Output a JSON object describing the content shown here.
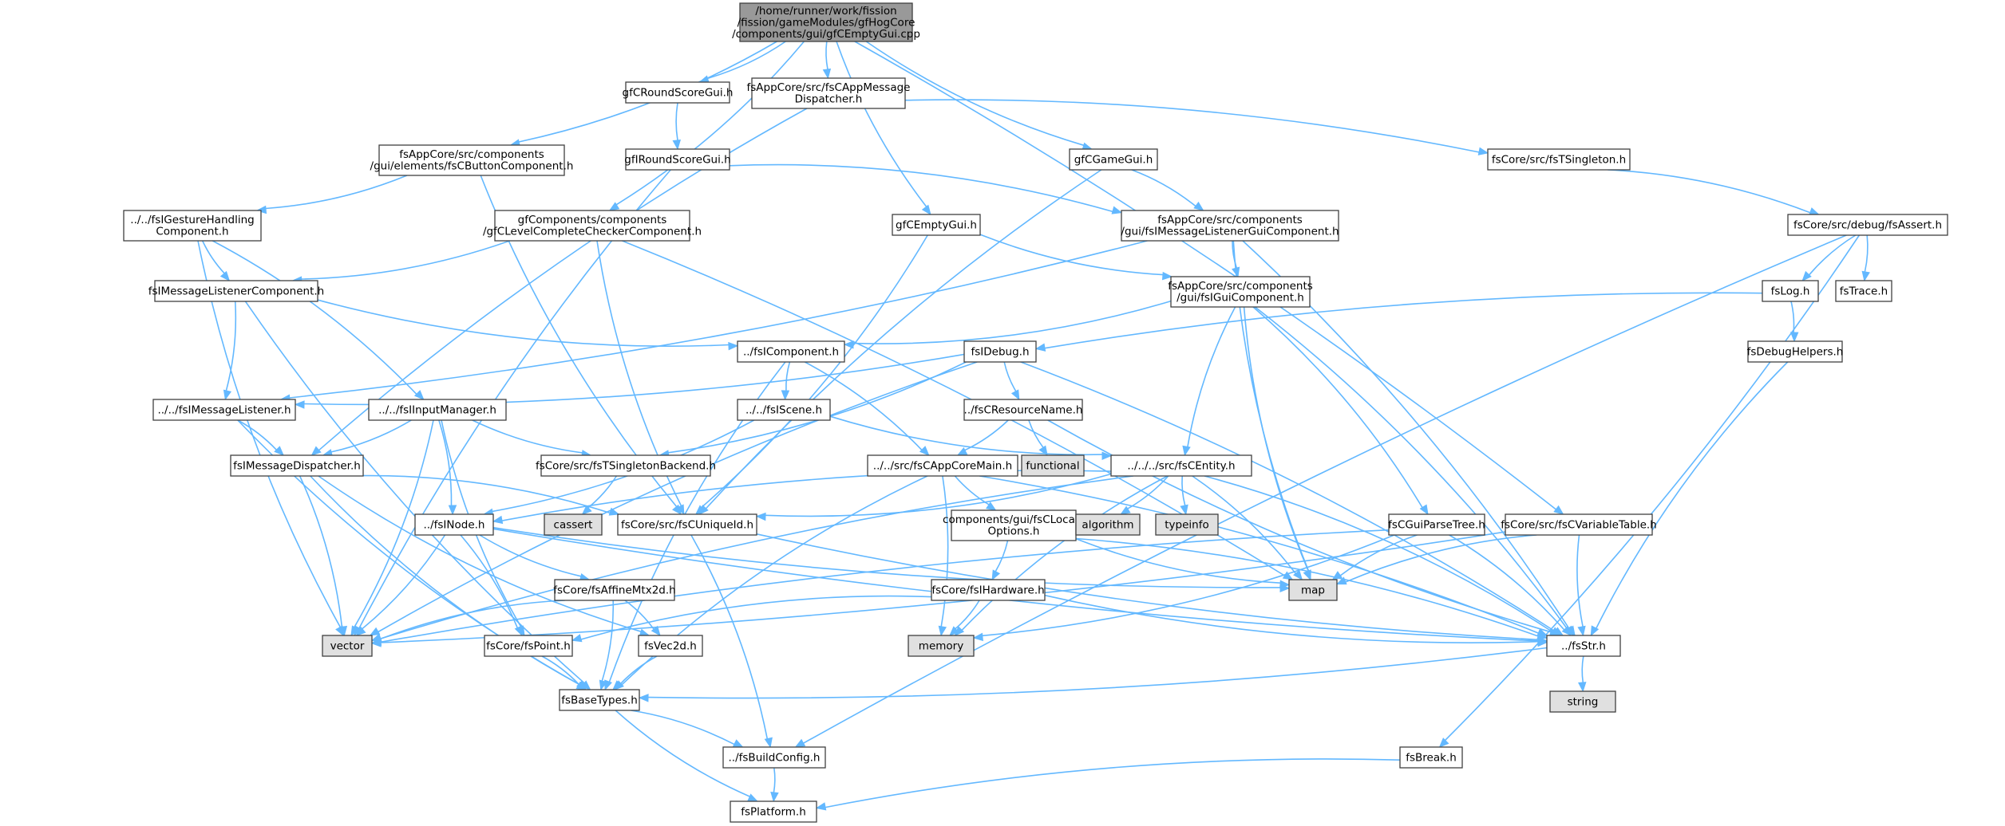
{
  "nodes": [
    {
      "id": "root",
      "lines": [
        "/home/runner/work/fission",
        "/fission/gameModules/gfHogCore",
        "/components/gui/gfCEmptyGui.cpp"
      ],
      "style": "root"
    },
    {
      "id": "roundScoreGui",
      "lines": [
        "gfCRoundScoreGui.h"
      ],
      "style": "normal"
    },
    {
      "id": "appMessageDispatcher",
      "lines": [
        "fsAppCore/src/fsCAppMessage",
        "Dispatcher.h"
      ],
      "style": "normal"
    },
    {
      "id": "buttonComponent",
      "lines": [
        "fsAppCore/src/components",
        "/gui/elements/fsCButtonComponent.h"
      ],
      "style": "normal"
    },
    {
      "id": "iRoundScoreGui",
      "lines": [
        "gfIRoundScoreGui.h"
      ],
      "style": "normal"
    },
    {
      "id": "gameGui",
      "lines": [
        "gfCGameGui.h"
      ],
      "style": "normal"
    },
    {
      "id": "tSingleton",
      "lines": [
        "fsCore/src/fsTSingleton.h"
      ],
      "style": "normal"
    },
    {
      "id": "gestureHandling",
      "lines": [
        "../../fsIGestureHandling",
        "Component.h"
      ],
      "style": "normal"
    },
    {
      "id": "levelComplete",
      "lines": [
        "gfComponents/components",
        "/gfCLevelCompleteCheckerComponent.h"
      ],
      "style": "normal"
    },
    {
      "id": "emptyGuiH",
      "lines": [
        "gfCEmptyGui.h"
      ],
      "style": "normal"
    },
    {
      "id": "msgListenerGuiComp",
      "lines": [
        "fsAppCore/src/components",
        "/gui/fsIMessageListenerGuiComponent.h"
      ],
      "style": "normal"
    },
    {
      "id": "assert",
      "lines": [
        "fsCore/src/debug/fsAssert.h"
      ],
      "style": "normal"
    },
    {
      "id": "msgListenerComp",
      "lines": [
        "fsIMessageListenerComponent.h"
      ],
      "style": "normal"
    },
    {
      "id": "guiComponent",
      "lines": [
        "fsAppCore/src/components",
        "/gui/fsIGuiComponent.h"
      ],
      "style": "normal"
    },
    {
      "id": "log",
      "lines": [
        "fsLog.h"
      ],
      "style": "normal"
    },
    {
      "id": "trace",
      "lines": [
        "fsTrace.h"
      ],
      "style": "normal"
    },
    {
      "id": "iComponent",
      "lines": [
        "../fsIComponent.h"
      ],
      "style": "normal"
    },
    {
      "id": "iDebug",
      "lines": [
        "fsIDebug.h"
      ],
      "style": "normal"
    },
    {
      "id": "debugHelpers",
      "lines": [
        "fsDebugHelpers.h"
      ],
      "style": "normal"
    },
    {
      "id": "msgListener",
      "lines": [
        "../../fsIMessageListener.h"
      ],
      "style": "normal"
    },
    {
      "id": "inputManager",
      "lines": [
        "../../fsIInputManager.h"
      ],
      "style": "normal"
    },
    {
      "id": "iScene",
      "lines": [
        "../../fsIScene.h"
      ],
      "style": "normal"
    },
    {
      "id": "resourceName",
      "lines": [
        "../fsCResourceName.h"
      ],
      "style": "normal"
    },
    {
      "id": "msgDispatcher",
      "lines": [
        "fsIMessageDispatcher.h"
      ],
      "style": "normal"
    },
    {
      "id": "singletonBackend",
      "lines": [
        "fsCore/src/fsTSingletonBackend.h"
      ],
      "style": "normal"
    },
    {
      "id": "functional",
      "lines": [
        "functional"
      ],
      "style": "system"
    },
    {
      "id": "appCoreMain",
      "lines": [
        "../../src/fsCAppCoreMain.h"
      ],
      "style": "normal"
    },
    {
      "id": "entity",
      "lines": [
        "../../../src/fsCEntity.h"
      ],
      "style": "normal"
    },
    {
      "id": "cassert",
      "lines": [
        "cassert"
      ],
      "style": "system"
    },
    {
      "id": "iNode",
      "lines": [
        "../fsINode.h"
      ],
      "style": "normal"
    },
    {
      "id": "uniqueId",
      "lines": [
        "fsCore/src/fsCUniqueId.h"
      ],
      "style": "normal"
    },
    {
      "id": "localeOptions",
      "lines": [
        "components/gui/fsCLocale",
        "Options.h"
      ],
      "style": "normal"
    },
    {
      "id": "algorithm",
      "lines": [
        "algorithm"
      ],
      "style": "system"
    },
    {
      "id": "typeinfo",
      "lines": [
        "typeinfo"
      ],
      "style": "system"
    },
    {
      "id": "guiParseTree",
      "lines": [
        "fsCGuiParseTree.h"
      ],
      "style": "normal"
    },
    {
      "id": "variableTable",
      "lines": [
        "fsCore/src/fsCVariableTable.h"
      ],
      "style": "normal"
    },
    {
      "id": "affineMtx",
      "lines": [
        "fsCore/fsAffineMtx2d.h"
      ],
      "style": "normal"
    },
    {
      "id": "iHardware",
      "lines": [
        "fsCore/fsIHardware.h"
      ],
      "style": "normal"
    },
    {
      "id": "map",
      "lines": [
        "map"
      ],
      "style": "system"
    },
    {
      "id": "vector",
      "lines": [
        "vector"
      ],
      "style": "system"
    },
    {
      "id": "point",
      "lines": [
        "fsCore/fsPoint.h"
      ],
      "style": "normal"
    },
    {
      "id": "vec2d",
      "lines": [
        "fsVec2d.h"
      ],
      "style": "normal"
    },
    {
      "id": "memory",
      "lines": [
        "memory"
      ],
      "style": "system"
    },
    {
      "id": "str",
      "lines": [
        "../fsStr.h"
      ],
      "style": "normal"
    },
    {
      "id": "baseTypes",
      "lines": [
        "fsBaseTypes.h"
      ],
      "style": "normal"
    },
    {
      "id": "string",
      "lines": [
        "string"
      ],
      "style": "system"
    },
    {
      "id": "buildConfig",
      "lines": [
        "../fsBuildConfig.h"
      ],
      "style": "normal"
    },
    {
      "id": "break",
      "lines": [
        "fsBreak.h"
      ],
      "style": "normal"
    },
    {
      "id": "platform",
      "lines": [
        "fsPlatform.h"
      ],
      "style": "normal"
    }
  ],
  "edges": [
    [
      "root",
      "roundScoreGui"
    ],
    [
      "root",
      "appMessageDispatcher"
    ],
    [
      "root",
      "buttonComponent"
    ],
    [
      "root",
      "gameGui"
    ],
    [
      "root",
      "levelComplete"
    ],
    [
      "root",
      "emptyGuiH"
    ],
    [
      "root",
      "variableTable"
    ],
    [
      "roundScoreGui",
      "iRoundScoreGui"
    ],
    [
      "appMessageDispatcher",
      "tSingleton"
    ],
    [
      "appMessageDispatcher",
      "msgDispatcher"
    ],
    [
      "buttonComponent",
      "gestureHandling"
    ],
    [
      "buttonComponent",
      "uniqueId"
    ],
    [
      "iRoundScoreGui",
      "msgListenerGuiComp"
    ],
    [
      "iRoundScoreGui",
      "vector"
    ],
    [
      "gameGui",
      "msgListenerGuiComp"
    ],
    [
      "gameGui",
      "uniqueId"
    ],
    [
      "tSingleton",
      "assert"
    ],
    [
      "gestureHandling",
      "msgListenerComp"
    ],
    [
      "gestureHandling",
      "inputManager"
    ],
    [
      "gestureHandling",
      "vector"
    ],
    [
      "levelComplete",
      "msgListenerComp"
    ],
    [
      "levelComplete",
      "uniqueId"
    ],
    [
      "levelComplete",
      "map"
    ],
    [
      "emptyGuiH",
      "guiComponent"
    ],
    [
      "emptyGuiH",
      "uniqueId"
    ],
    [
      "msgListenerGuiComp",
      "guiComponent"
    ],
    [
      "msgListenerGuiComp",
      "msgListener"
    ],
    [
      "msgListenerGuiComp",
      "map"
    ],
    [
      "msgListenerGuiComp",
      "str"
    ],
    [
      "assert",
      "log"
    ],
    [
      "assert",
      "trace"
    ],
    [
      "assert",
      "buildConfig"
    ],
    [
      "assert",
      "break"
    ],
    [
      "msgListenerComp",
      "iComponent"
    ],
    [
      "msgListenerComp",
      "msgListener"
    ],
    [
      "msgListenerComp",
      "baseTypes"
    ],
    [
      "guiComponent",
      "iComponent"
    ],
    [
      "guiComponent",
      "entity"
    ],
    [
      "guiComponent",
      "guiParseTree"
    ],
    [
      "guiComponent",
      "map"
    ],
    [
      "guiComponent",
      "str"
    ],
    [
      "log",
      "iDebug"
    ],
    [
      "log",
      "debugHelpers"
    ],
    [
      "iComponent",
      "iScene"
    ],
    [
      "iComponent",
      "appCoreMain"
    ],
    [
      "iComponent",
      "baseTypes"
    ],
    [
      "iDebug",
      "msgListener"
    ],
    [
      "iDebug",
      "resourceName"
    ],
    [
      "iDebug",
      "singletonBackend"
    ],
    [
      "iDebug",
      "vector"
    ],
    [
      "iDebug",
      "str"
    ],
    [
      "debugHelpers",
      "str"
    ],
    [
      "msgListener",
      "msgDispatcher"
    ],
    [
      "msgListener",
      "baseTypes"
    ],
    [
      "inputManager",
      "msgDispatcher"
    ],
    [
      "inputManager",
      "singletonBackend"
    ],
    [
      "inputManager",
      "iNode"
    ],
    [
      "inputManager",
      "point"
    ],
    [
      "inputManager",
      "vector"
    ],
    [
      "iScene",
      "entity"
    ],
    [
      "iScene",
      "iNode"
    ],
    [
      "resourceName",
      "functional"
    ],
    [
      "resourceName",
      "appCoreMain"
    ],
    [
      "resourceName",
      "str"
    ],
    [
      "msgDispatcher",
      "uniqueId"
    ],
    [
      "msgDispatcher",
      "vec2d"
    ],
    [
      "msgDispatcher",
      "vector"
    ],
    [
      "msgDispatcher",
      "baseTypes"
    ],
    [
      "singletonBackend",
      "cassert"
    ],
    [
      "appCoreMain",
      "localeOptions"
    ],
    [
      "appCoreMain",
      "memory"
    ],
    [
      "appCoreMain",
      "baseTypes"
    ],
    [
      "appCoreMain",
      "str"
    ],
    [
      "entity",
      "iNode"
    ],
    [
      "entity",
      "algorithm"
    ],
    [
      "entity",
      "typeinfo"
    ],
    [
      "entity",
      "map"
    ],
    [
      "entity",
      "memory"
    ],
    [
      "entity",
      "uniqueId"
    ],
    [
      "entity",
      "vector"
    ],
    [
      "entity",
      "str"
    ],
    [
      "iNode",
      "affineMtx"
    ],
    [
      "iNode",
      "point"
    ],
    [
      "iNode",
      "map"
    ],
    [
      "iNode",
      "vector"
    ],
    [
      "iNode",
      "str"
    ],
    [
      "uniqueId",
      "buildConfig"
    ],
    [
      "uniqueId",
      "str"
    ],
    [
      "localeOptions",
      "iHardware"
    ],
    [
      "localeOptions",
      "map"
    ],
    [
      "localeOptions",
      "str"
    ],
    [
      "guiParseTree",
      "map"
    ],
    [
      "guiParseTree",
      "memory"
    ],
    [
      "guiParseTree",
      "vector"
    ],
    [
      "guiParseTree",
      "str"
    ],
    [
      "variableTable",
      "map"
    ],
    [
      "variableTable",
      "vector"
    ],
    [
      "variableTable",
      "str"
    ],
    [
      "affineMtx",
      "vec2d"
    ],
    [
      "affineMtx",
      "vector"
    ],
    [
      "affineMtx",
      "baseTypes"
    ],
    [
      "iHardware",
      "point"
    ],
    [
      "iHardware",
      "memory"
    ],
    [
      "iHardware",
      "str"
    ],
    [
      "point",
      "baseTypes"
    ],
    [
      "vec2d",
      "baseTypes"
    ],
    [
      "str",
      "baseTypes"
    ],
    [
      "str",
      "string"
    ],
    [
      "baseTypes",
      "buildConfig"
    ],
    [
      "baseTypes",
      "platform"
    ],
    [
      "buildConfig",
      "platform"
    ],
    [
      "break",
      "platform"
    ]
  ],
  "colors": {
    "edge": "#63b8ff",
    "border": "#404040",
    "root_fill": "#999999",
    "system_fill": "#e0e0e0",
    "node_fill": "#ffffff"
  }
}
